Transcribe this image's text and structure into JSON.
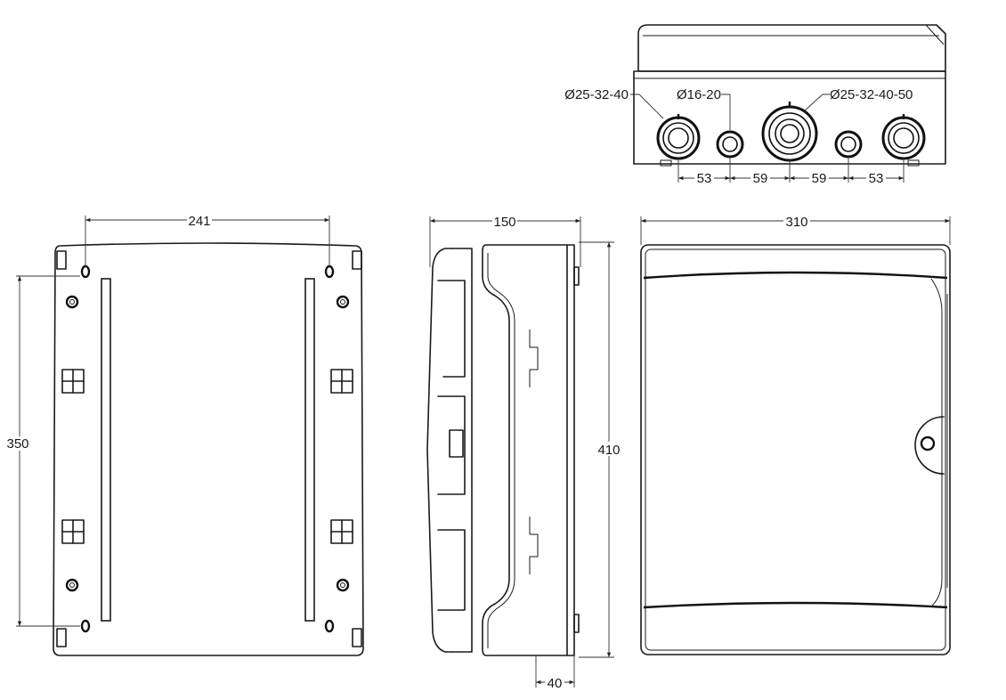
{
  "views": {
    "top": {
      "labels": {
        "gland_left": "Ø25-32-40",
        "gland_small": "Ø16-20",
        "gland_center": "Ø25-32-40-50"
      },
      "spacings": [
        "53",
        "59",
        "59",
        "53"
      ]
    },
    "back": {
      "width_dim": "241",
      "height_dim": "350"
    },
    "side": {
      "depth_dim": "150",
      "height_dim": "410",
      "rail_dim": "40"
    },
    "front": {
      "width_dim": "310"
    }
  }
}
